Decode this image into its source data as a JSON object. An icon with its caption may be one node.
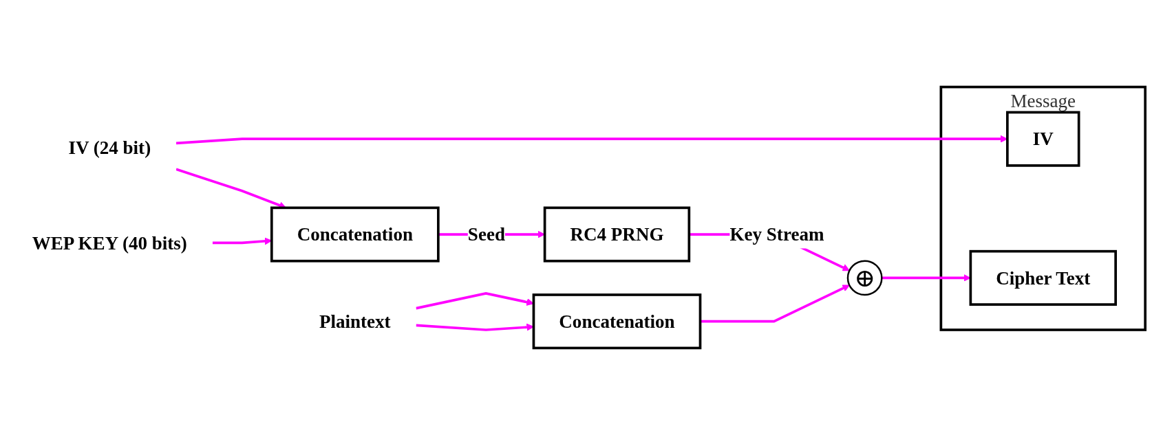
{
  "diagram": {
    "nodes": [
      {
        "text": [
          "IV (24 bit)"
        ]
      },
      {
        "text": [
          "WEP KEY (40 bits)"
        ]
      },
      {
        "text": [
          "Concatenation"
        ]
      },
      {
        "text": [
          "RC4 PRNG"
        ]
      },
      {
        "text": [
          "⊕"
        ]
      },
      {
        "text": [
          "Plaintext"
        ]
      },
      {
        "text": [
          "Concatenation"
        ]
      },
      {
        "text": [
          "Message"
        ]
      },
      {
        "text": [
          "IV"
        ],
        "in": 7
      },
      {
        "text": [
          "Cipher Text"
        ],
        "in": 7
      }
    ],
    "edges": [
      {
        "from": 0,
        "to": 8,
        "arrow": "to"
      },
      {
        "from": 0,
        "to": 2,
        "arrow": "to"
      },
      {
        "from": 1,
        "to": 2,
        "arrow": "to"
      },
      {
        "from": 2,
        "to": 3,
        "arrow": "to",
        "label": "Seed"
      },
      {
        "from": 3,
        "to": 4,
        "arrow": "to",
        "label": "Key Stream"
      },
      {
        "from": 5,
        "to": 6,
        "arrow": "to"
      },
      {
        "from": 5,
        "to": 6,
        "arrow": "to"
      },
      {
        "from": 6,
        "to": 4,
        "arrow": "to"
      },
      {
        "from": 4,
        "to": 9,
        "arrow": "to"
      }
    ]
  }
}
